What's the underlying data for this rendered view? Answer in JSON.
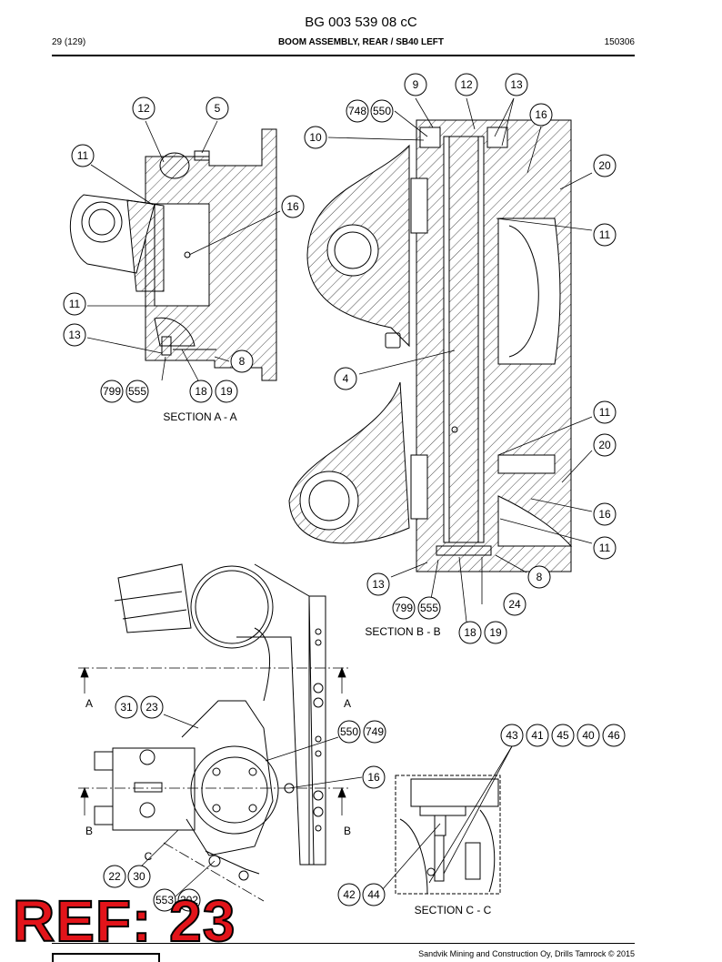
{
  "header": {
    "doc_id": "BG 003 539 08 cC",
    "page": "29 (129)",
    "title": "BOOM ASSEMBLY, REAR / SB40 LEFT",
    "date": "150306"
  },
  "footer": {
    "copyright": "Sandvik Mining and Construction Oy, Drills Tamrock © 2015"
  },
  "ref_stamp": "REF: 23",
  "captions": {
    "section_aa": "SECTION  A - A",
    "section_bb": "SECTION  B - B",
    "section_cc": "SECTION  C - C",
    "cut_a": "A",
    "cut_b": "B",
    "cut_c": "C"
  },
  "bubbles": {
    "b9": "9",
    "b12a": "12",
    "b13a": "13",
    "b748": "748",
    "b550a": "550",
    "b10": "10",
    "b16a": "16",
    "b20a": "20",
    "b11a": "11",
    "b12b": "12",
    "b5": "5",
    "b11b": "11",
    "b16b": "16",
    "b11c": "11",
    "b13b": "13",
    "b8a": "8",
    "b799a": "799",
    "b555a": "555",
    "b18a": "18",
    "b19a": "19",
    "b4": "4",
    "b11d": "11",
    "b20b": "20",
    "b16c": "16",
    "b11e": "11",
    "b13c": "13",
    "b8b": "8",
    "b799b": "799",
    "b555b": "555",
    "b24": "24",
    "b18b": "18",
    "b19b": "19",
    "b31": "31",
    "b23": "23",
    "b550b": "550",
    "b749": "749",
    "b16d": "16",
    "b43": "43",
    "b41": "41",
    "b45": "45",
    "b40": "40",
    "b46": "46",
    "b22": "22",
    "b30": "30",
    "b553": "553",
    "b202": "202",
    "b42": "42",
    "b44": "44"
  }
}
